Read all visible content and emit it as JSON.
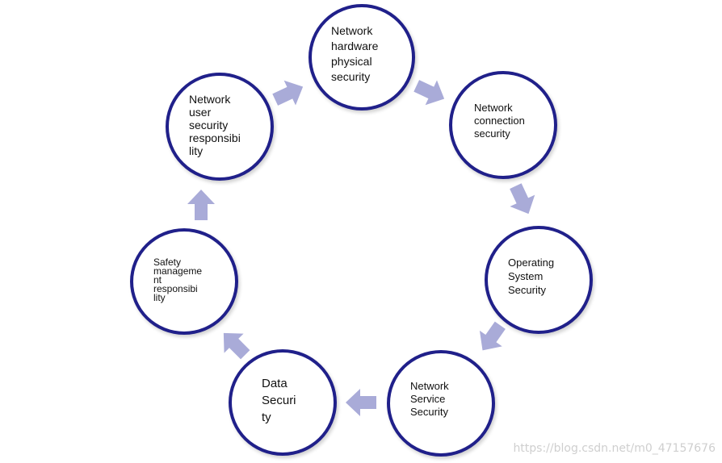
{
  "diagram": {
    "nodes": [
      {
        "id": "hardware",
        "label": "Network\nhardware\nphysical\nsecurity"
      },
      {
        "id": "connection",
        "label": "Network\nconnection\nsecurity"
      },
      {
        "id": "os",
        "label": "Operating\nSystem\nSecurity"
      },
      {
        "id": "service",
        "label": "Network\nService\nSecurity"
      },
      {
        "id": "data",
        "label": "Data\nSecuri\nty"
      },
      {
        "id": "safety",
        "label": "Safety\nmanageme\nnt\nresponsibi\nlity"
      },
      {
        "id": "user",
        "label": "Network\nuser\nsecurity\nresponsibi\nlity"
      }
    ],
    "node_border_color": "#20208a",
    "arrow_color": "#a9abd8"
  },
  "watermark": "https://blog.csdn.net/m0_47157676"
}
